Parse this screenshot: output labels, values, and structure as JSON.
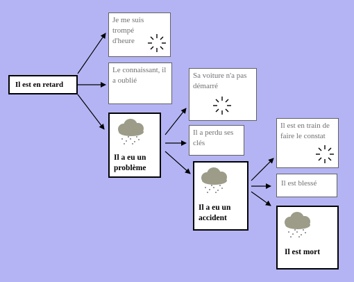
{
  "nodes": {
    "root": "Il est en retard",
    "trompe": "Je me suis trompé d'heure",
    "oublie": "Le connaissant, il a oublié",
    "probleme": "Il a eu un problème",
    "voiture": "Sa voiture n'a pas démarré",
    "cles": "Il a perdu ses clés",
    "accident": "Il a eu un accident",
    "constat": "Il est en train de faire le constat",
    "blesse": "Il est blessé",
    "mort": "Il est mort"
  },
  "icons": [
    "sun-icon",
    "rain-cloud-icon"
  ],
  "colors": {
    "background": "#b4b4f4",
    "box": "#ffffff",
    "arrow": "#000000",
    "cloud": "#9c9c88"
  }
}
